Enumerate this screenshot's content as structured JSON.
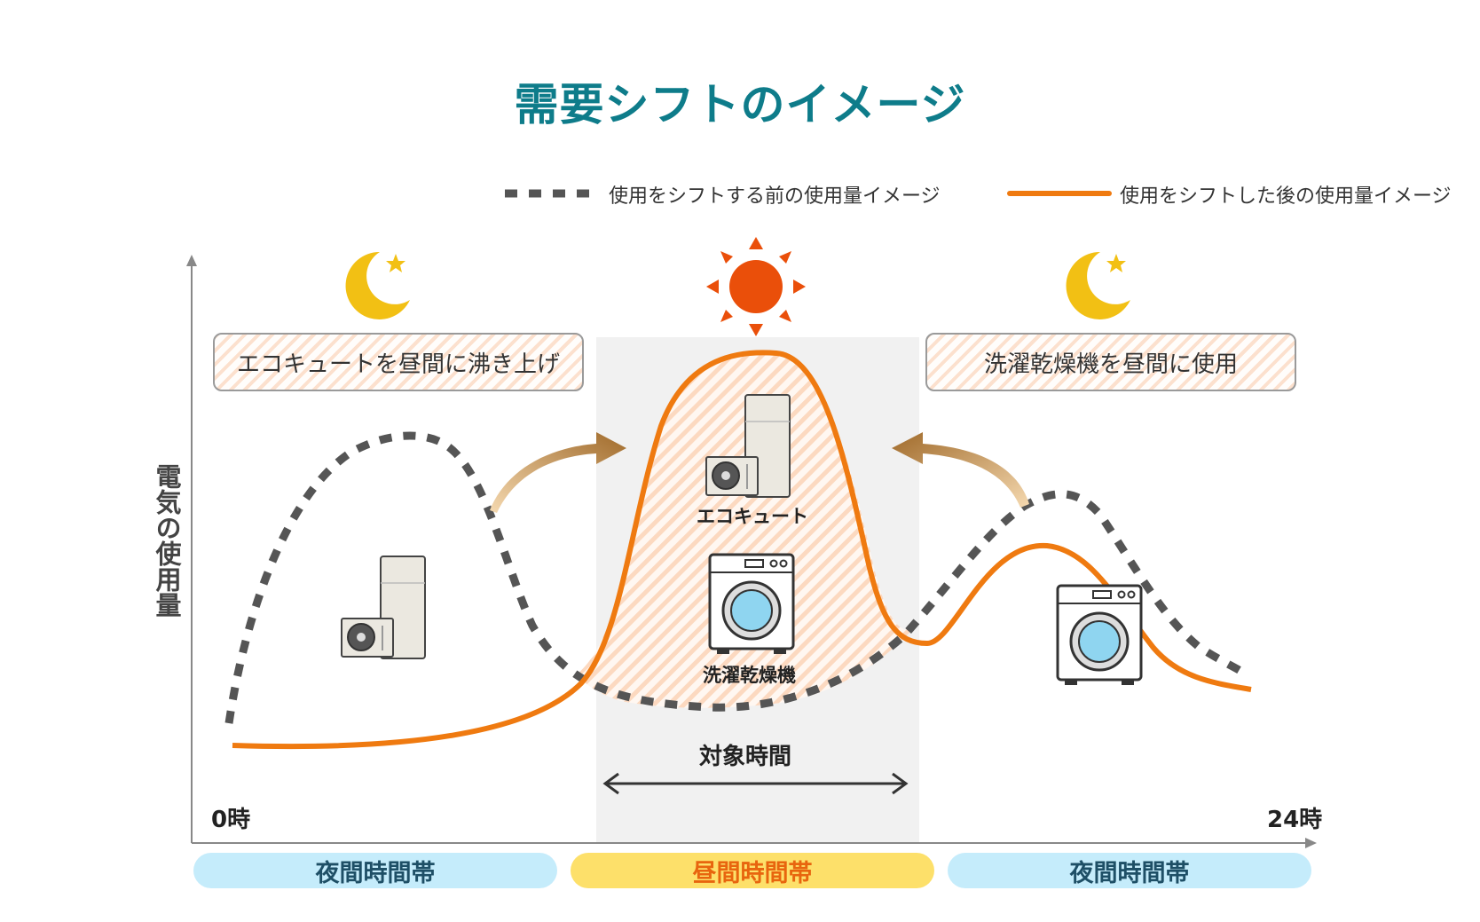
{
  "title": "需要シフトのイメージ",
  "legend": {
    "before": "使用をシフトする前の使用量イメージ",
    "after": "使用をシフトした後の使用量イメージ"
  },
  "colors": {
    "title": "#0e7c8a",
    "before_line": "#555555",
    "after_line": "#ef7a10",
    "day_band": "#fde06a",
    "night_band": "#c5ecfb",
    "arrow": "#a87838"
  },
  "axis": {
    "y_label": "電気の使用量",
    "x_start": "0時",
    "x_end": "24時"
  },
  "callouts": {
    "left": "エコキュートを昼間に沸き上げ",
    "right": "洗濯乾燥機を昼間に使用"
  },
  "appliances": {
    "ecocute": "エコキュート",
    "dryer": "洗濯乾燥機"
  },
  "target": {
    "label": "対象時間"
  },
  "bands": [
    {
      "label": "夜間時間帯"
    },
    {
      "label": "昼間時間帯"
    },
    {
      "label": "夜間時間帯"
    }
  ],
  "icons": [
    "moon-icon",
    "sun-icon",
    "moon-icon"
  ]
}
